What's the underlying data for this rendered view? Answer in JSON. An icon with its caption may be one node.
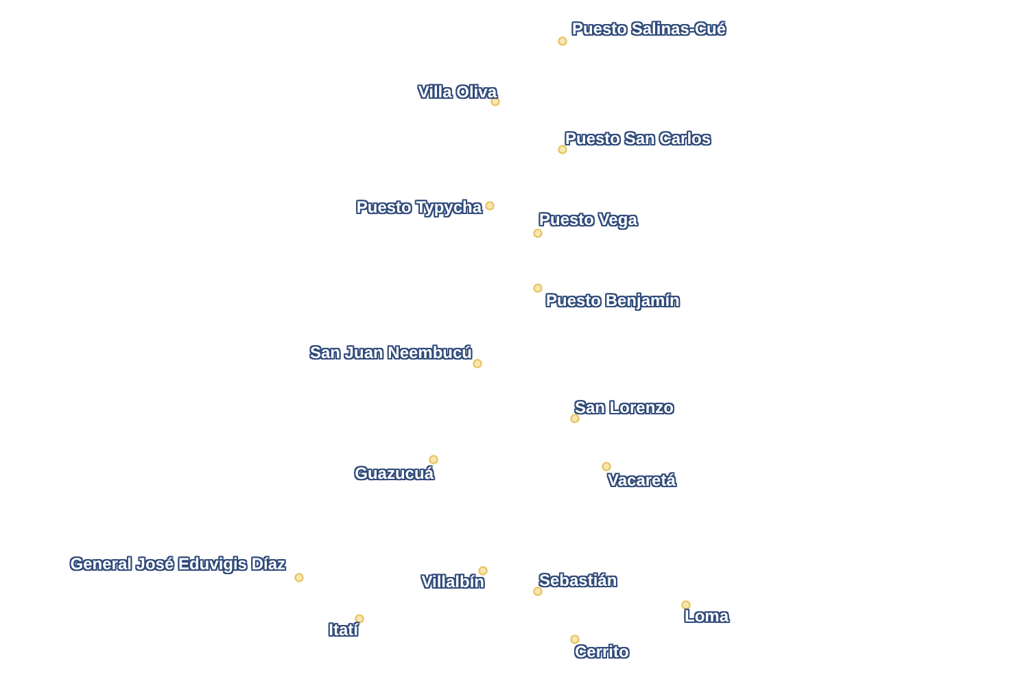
{
  "diagram": {
    "labels": [
      "Puesto Salinas-Cué",
      "Villa Oliva",
      "Puesto San Carlos",
      "Puesto Typycha",
      "Puesto Vega",
      "Puesto Benjamín",
      "San Juan Neembucú",
      "San Lorenzo",
      "Guazucuá",
      "Vacaretá",
      "General José Eduvigis Díaz",
      "Villalbín",
      "Sebastián",
      "Loma",
      "Itatí",
      "Cerrito"
    ]
  }
}
